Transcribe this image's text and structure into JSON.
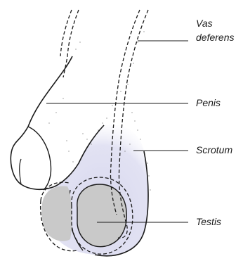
{
  "labels": {
    "vas_deferens": "Vas deferens",
    "vas_line1": "Vas",
    "vas_line2": "deferens",
    "penis": "Penis",
    "scrotum": "Scrotum",
    "testis": "Testis"
  },
  "colors": {
    "outline": "#1a1a1a",
    "scrotum_fill": "#dcdcf0",
    "testis_fill": "#c9c9c9",
    "leader_line": "#1a1a1a"
  }
}
